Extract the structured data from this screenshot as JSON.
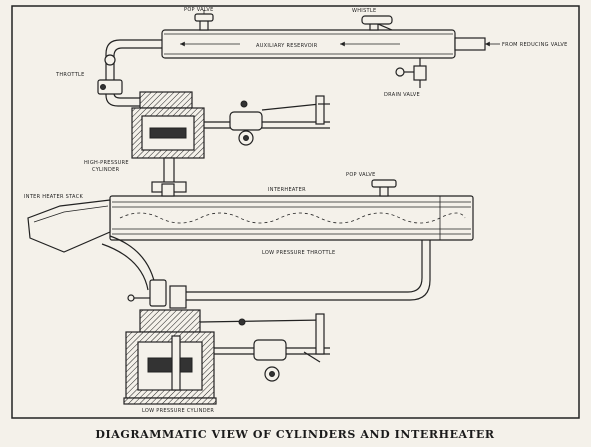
{
  "labels": {
    "pop_valve_top": "POP VALVE",
    "whistle": "WHISTLE",
    "auxiliary_reservoir": "AUXILIARY RESERVOIR",
    "from_reducing_valve": "FROM REDUCING VALVE",
    "throttle": "THROTTLE",
    "drain_valve": "DRAIN VALVE",
    "high_pressure_cylinder": "HIGH-PRESSURE\nCYLINDER",
    "inter_heater_stack": "INTER HEATER STACK",
    "interheater": "INTERHEATER",
    "pop_valve_mid": "POP VALVE",
    "low_pressure_throttle": "LOW PRESSURE THROTTLE",
    "low_pressure_cylinder": "LOW PRESSURE CYLINDER"
  },
  "caption": "DIAGRAMMATIC VIEW OF CYLINDERS AND INTERHEATER",
  "colors": {
    "ink": "#222222",
    "paper": "#f4f1ea"
  }
}
